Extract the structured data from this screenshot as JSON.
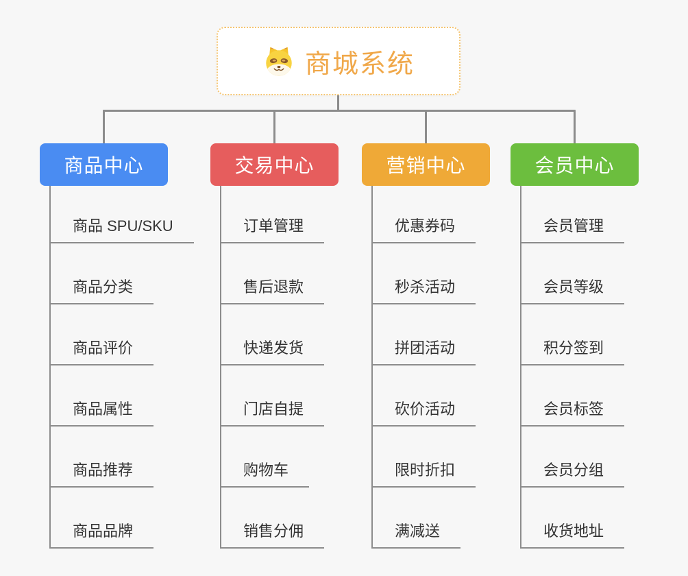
{
  "canvas": {
    "background": "#F7F7F7",
    "connector_color": "#8C8C8C"
  },
  "root": {
    "title": "商城系统",
    "icon": "dog-face-icon",
    "text_color": "#F0A84A",
    "border_color": "#F5C571"
  },
  "branches": [
    {
      "label": "商品中心",
      "color": "#4A8CF2",
      "items": [
        "商品 SPU/SKU",
        "商品分类",
        "商品评价",
        "商品属性",
        "商品推荐",
        "商品品牌"
      ]
    },
    {
      "label": "交易中心",
      "color": "#E65D5D",
      "items": [
        "订单管理",
        "售后退款",
        "快递发货",
        "门店自提",
        "购物车",
        "销售分佣"
      ]
    },
    {
      "label": "营销中心",
      "color": "#EFA937",
      "items": [
        "优惠券码",
        "秒杀活动",
        "拼团活动",
        "砍价活动",
        "限时折扣",
        "满减送"
      ]
    },
    {
      "label": "会员中心",
      "color": "#6CBE3E",
      "items": [
        "会员管理",
        "会员等级",
        "积分签到",
        "会员标签",
        "会员分组",
        "收货地址"
      ]
    }
  ]
}
